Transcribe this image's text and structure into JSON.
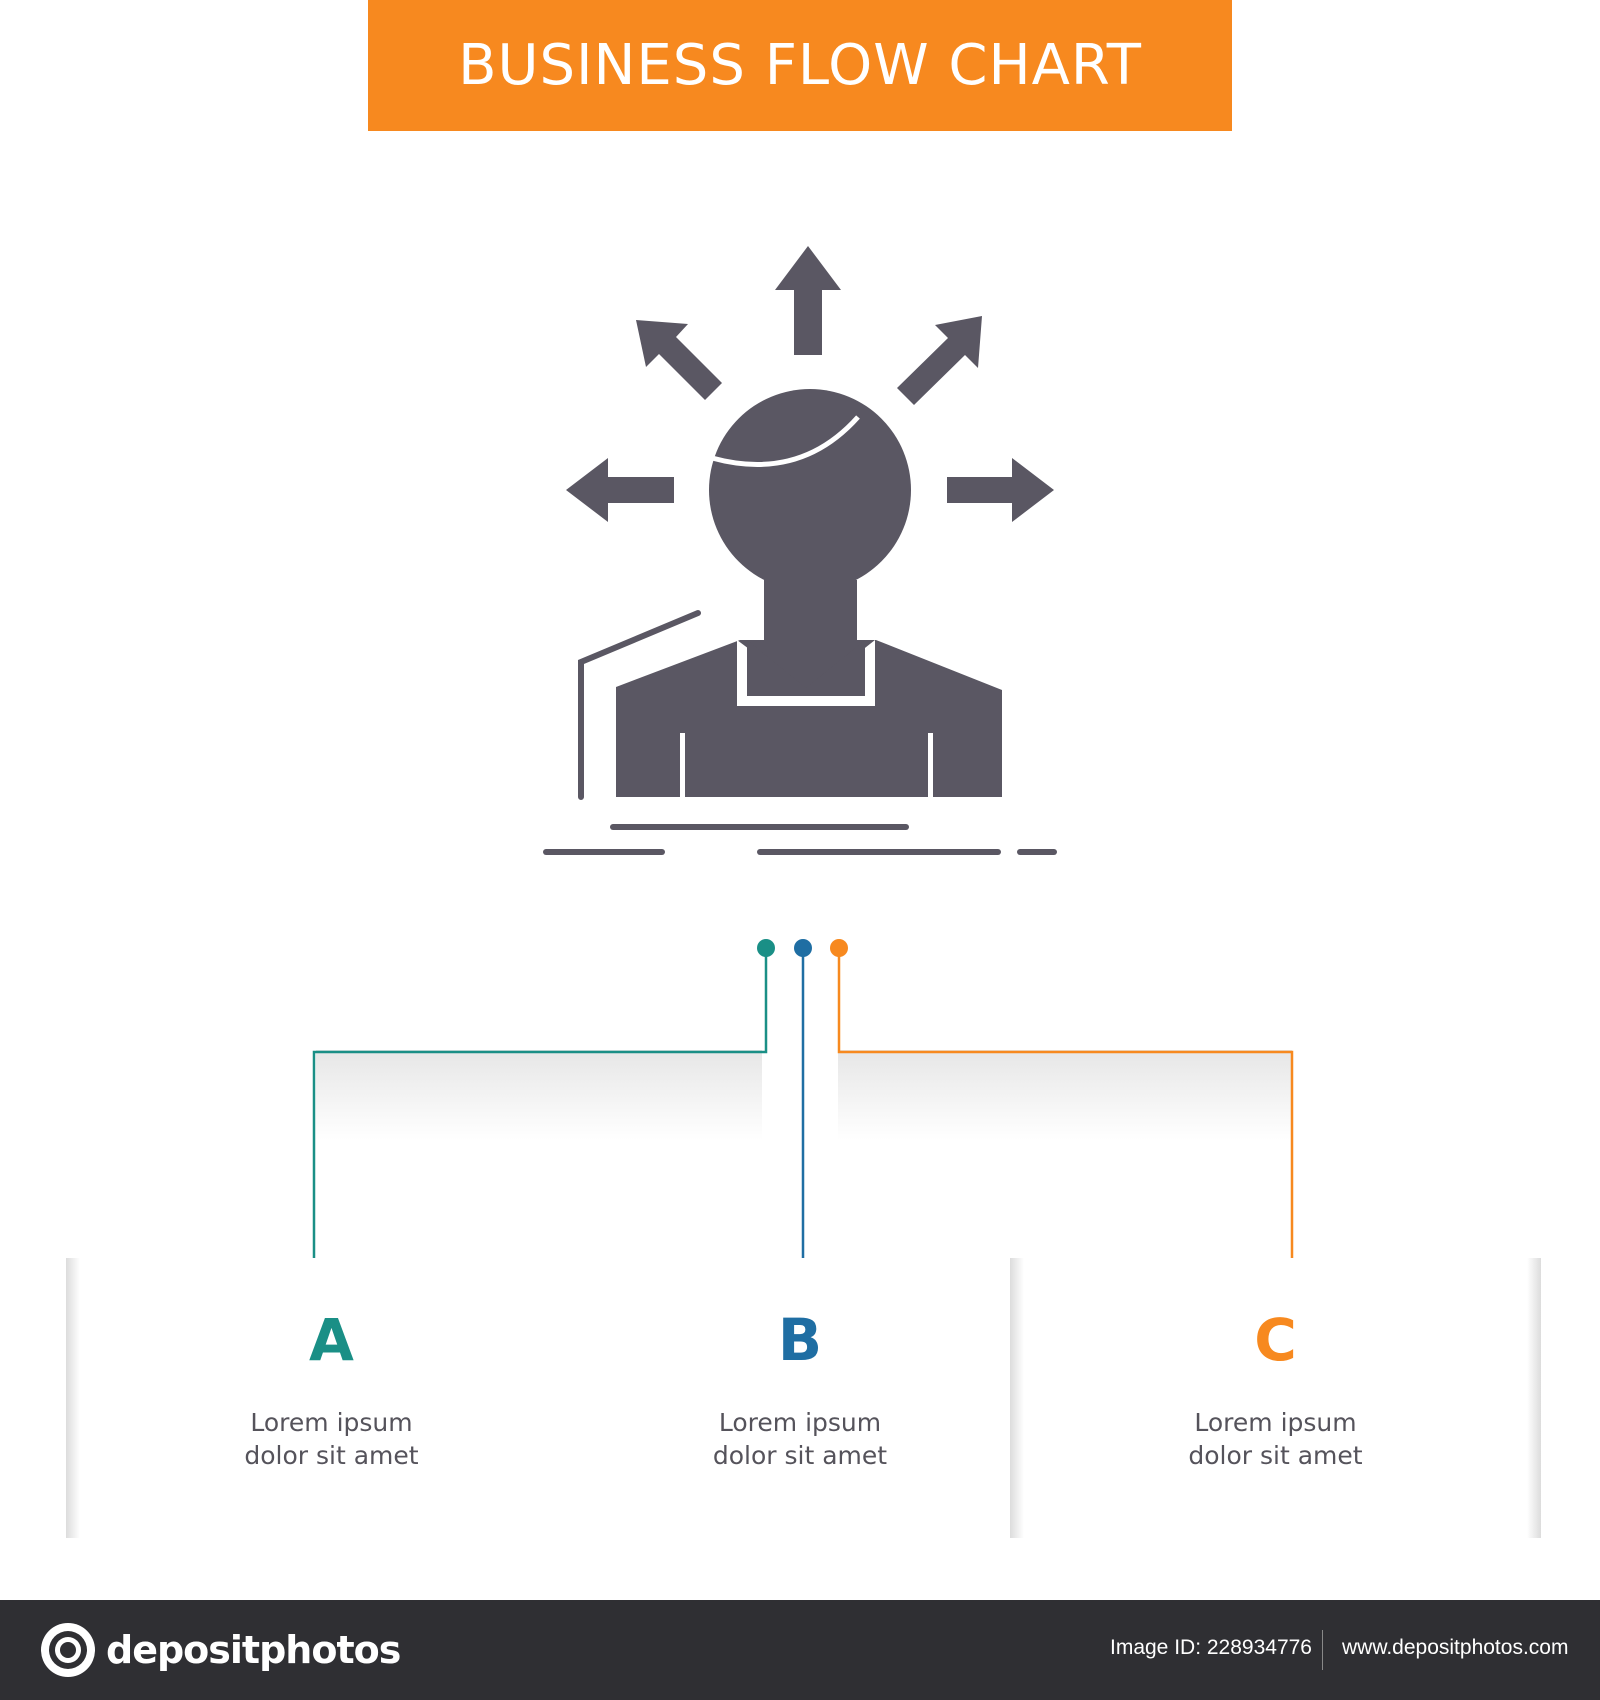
{
  "title": "BUSINESS FLOW CHART",
  "colors": {
    "banner": "#f7891f",
    "icon": "#5a5763",
    "a": "#1a8f86",
    "b": "#1f6ea3",
    "c": "#f7891f",
    "text": "#55535b"
  },
  "central_icon": "person-choices-arrows-icon",
  "connectors": [
    {
      "color_key": "a",
      "target": "A"
    },
    {
      "color_key": "b",
      "target": "B"
    },
    {
      "color_key": "c",
      "target": "C"
    }
  ],
  "boxes": [
    {
      "letter": "A",
      "line1": "Lorem ipsum",
      "line2": "dolor sit amet"
    },
    {
      "letter": "B",
      "line1": "Lorem ipsum",
      "line2": "dolor sit amet"
    },
    {
      "letter": "C",
      "line1": "Lorem ipsum",
      "line2": "dolor sit amet"
    }
  ],
  "footer": {
    "brand": "depositphotos",
    "image_id": "Image ID: 228934776",
    "url": "www.depositphotos.com"
  }
}
